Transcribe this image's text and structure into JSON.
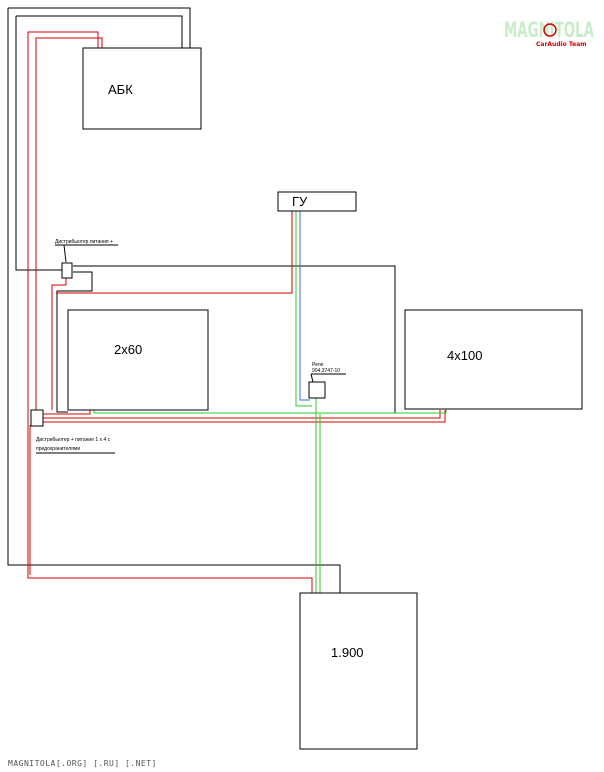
{
  "logo": {
    "main": "MAGNITOLA",
    "sub": "CarAudio Team"
  },
  "components": {
    "abk": "АБК",
    "gu": "ГУ",
    "amp_2x60": "2x60",
    "amp_4x100": "4x100",
    "amp_1900": "1.900"
  },
  "annotations": {
    "distributor_top": "Дистрибьютер питания +",
    "relay_line1": "Реле",
    "relay_line2": "904.3747-10",
    "distributor_bottom_line1": "Дистрибьютер + питание 1 x 4 с",
    "distributor_bottom_line2": "предохранителями"
  },
  "footer": "MAGNITOLA[.ORG] [.RU] [.NET]",
  "colors": {
    "ground_wire": "#000000",
    "power_wire": "#d40000",
    "remote_wire": "#2ec82e",
    "signal_wire": "#3a6fd8"
  }
}
